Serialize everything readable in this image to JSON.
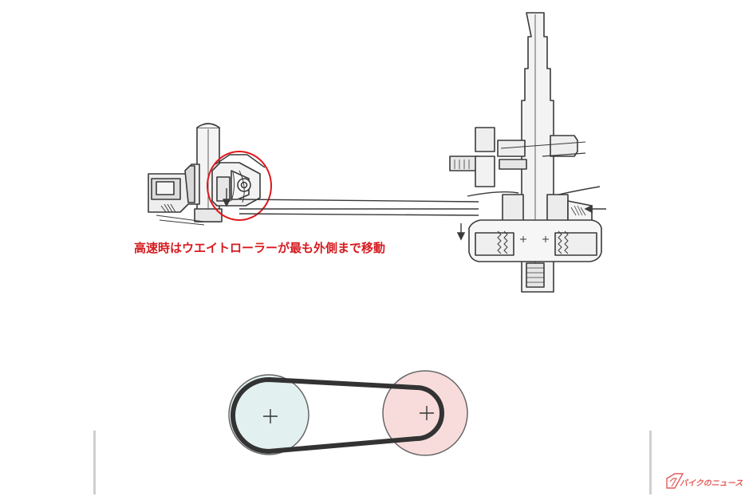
{
  "caption": "高速時はウエイトローラーが最も外側まで移動",
  "watermark": {
    "text": "バイクのニュース"
  },
  "colors": {
    "line": "#3a3a3a",
    "highlight": "#e0161a",
    "caption": "#d61a1f",
    "pulley_front_fill": "#e2f1ef",
    "pulley_rear_fill": "#f8dcdc",
    "belt": "#333333",
    "watermark": "#e55a5a",
    "edge_bar": "#cfcfcf"
  },
  "icons": [
    "highlight-circle",
    "arrow-down-icon",
    "arrow-left-icon",
    "crosshair-icon"
  ]
}
